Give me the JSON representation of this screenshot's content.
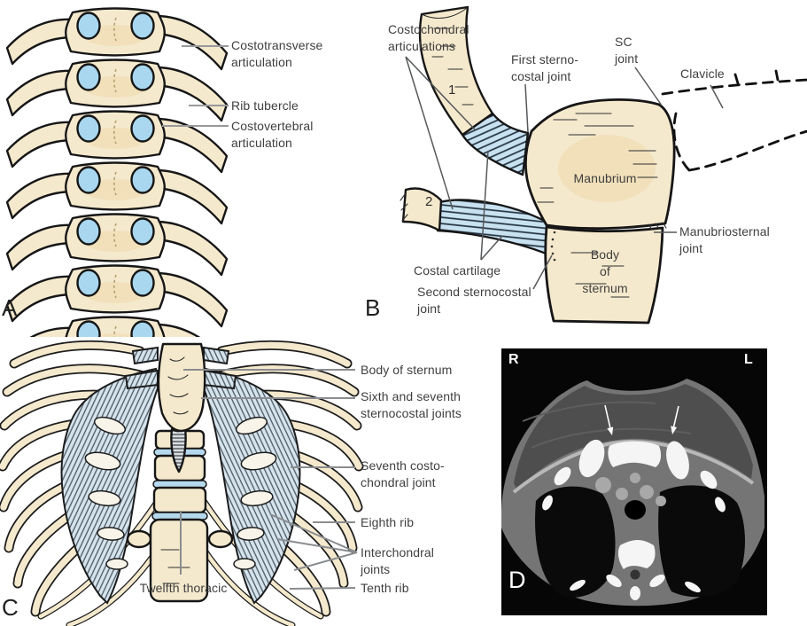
{
  "panels": {
    "a": {
      "letter": "A",
      "labels": {
        "costotransverse": "Costotransverse\narticulation",
        "rib_tubercle": "Rib tubercle",
        "costovertebral": "Costovertebral\narticulation"
      }
    },
    "b": {
      "letter": "B",
      "labels": {
        "costochondral": "Costochondral\narticulations",
        "first_sternocostal": "First sterno-\ncostal joint",
        "sc_joint": "SC\njoint",
        "clavicle": "Clavicle",
        "manubrium": "Manubrium",
        "manubriosternal": "Manubriosternal\njoint",
        "costal_cartilage": "Costal cartilage",
        "second_sternocostal": "Second sternocostal\njoint",
        "body_of_sternum": "Body\nof\nsternum",
        "rib_1": "1",
        "rib_2": "2"
      }
    },
    "c": {
      "letter": "C",
      "labels": {
        "body_of_sternum": "Body of sternum",
        "sixth_seventh_sternocostal": "Sixth and seventh\nsternocostal joints",
        "seventh_costochondral": "Seventh costo-\nchondral joint",
        "eighth_rib": "Eighth rib",
        "interchondral": "Interchondral\njoints",
        "tenth_rib": "Tenth rib",
        "twelfth_thoracic": "Twelfth thoracic"
      }
    },
    "d": {
      "letter": "D",
      "orientation_right": "R",
      "orientation_left": "L"
    }
  },
  "colors": {
    "background": "#ffffff",
    "bone": "#f5e9cd",
    "bone_shade": "#ecd9ab",
    "cartilage_blue": "#a9d7ef",
    "cartilage_hatch_bg": "#d6e4ee",
    "outline": "#161616",
    "label_text": "#3f3f3f",
    "leader_line": "#8a8d90",
    "ct_background": "#060606",
    "ct_body_gray": "#757575",
    "ct_bone_white": "#f5f5f5"
  }
}
